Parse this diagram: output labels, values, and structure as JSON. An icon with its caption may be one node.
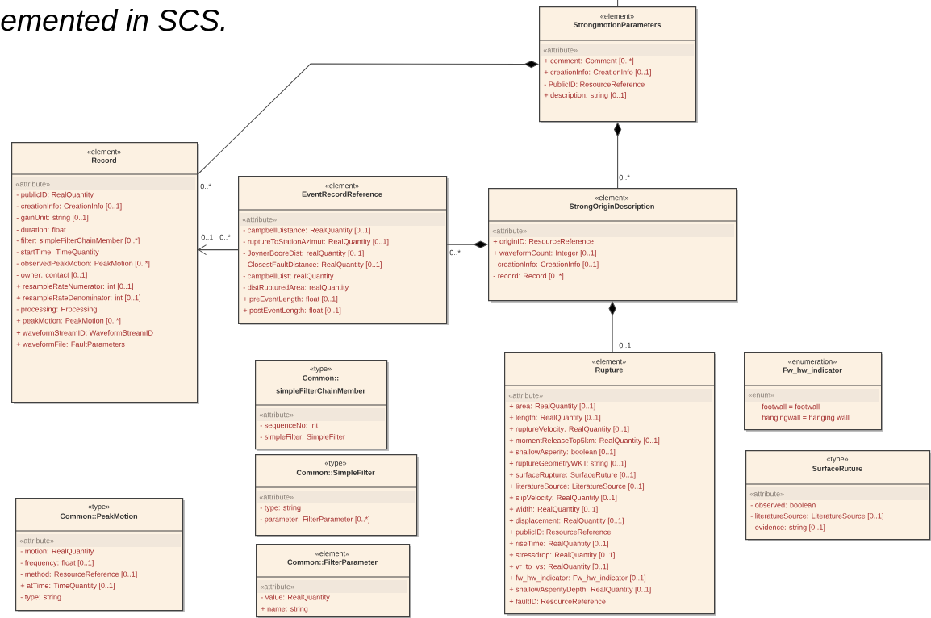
{
  "diagram": {
    "title": "emented in SCS.",
    "nodes": [
      {
        "text": [
          "«element»",
          "StrongmotionParameters",
          "«attribute»",
          "+ comment: Comment [0..*]",
          "+ creationInfo: CreationInfo [0..1]",
          "- PublicID: ResourceReference",
          "+ description: string [0..1]"
        ]
      },
      {
        "text": [
          "«element»",
          "Record",
          "«attribute»",
          "- publicID: RealQuantity",
          "- creationInfo: CreationInfo [0..1]",
          "- gainUnit: string [0..1]",
          "- duration: float",
          "- filter: simpleFilterChainMember [0..*]",
          "- startTime: TimeQuantity",
          "- observedPeakMotion: PeakMotion [0..*]",
          "- owner: contact [0..1]",
          "+ resampleRateNumerator: int [0..1]",
          "+ resampleRateDenominator: int [0..1]",
          "- processing: Processing",
          "+ peakMotion: PeakMotion [0..*]",
          "+ waveformStreamID: WaveformStreamID",
          "+ waveformFile: FaultParameters"
        ]
      },
      {
        "text": [
          "«element»",
          "EventRecordReference",
          "«attribute»",
          "- campbellDistance: RealQuantity [0..1]",
          "- ruptureToStationAzimut: RealQuantity [0..1]",
          "- JoynerBooreDist: realQuantity [0..1]",
          "- ClosestFaultDistance: RealQuantity [0..1]",
          "- campbellDist: realQuantity",
          "- distRupturedArea: realQuantity",
          "+ preEventLength: float [0..1]",
          "+ postEventLength: float [0..1]"
        ]
      },
      {
        "text": [
          "«element»",
          "StrongOriginDescription",
          "«attribute»",
          "+ originID: ResourceReference",
          "+ waveformCount: Integer [0..1]",
          "- creationInfo: CreationInfo [0..1]",
          "- record: Record [0..*]"
        ]
      },
      {
        "text": [
          "«element»",
          "Rupture",
          "«attribute»",
          "+ area: RealQuantity [0..1]",
          "+ length: RealQuantity [0..1]",
          "+ ruptureVelocity: RealQuantity [0..1]",
          "+ momentReleaseTop5km: RealQuantity [0..1]",
          "+ shallowAsperity: boolean [0..1]",
          "+ ruptureGeometryWKT: string [0..1]",
          "+ surfaceRupture: SurfaceRuture [0..1]",
          "+ literatureSource: LiteratureSource [0..1]",
          "+ slipVelocity: RealQuantity [0..1]",
          "+ width: RealQuantity [0..1]",
          "+ displacement: RealQuantity [0..1]",
          "+ publicID: ResourceReference",
          "+ riseTime: RealQuantity [0..1]",
          "+ stressdrop: RealQuantity [0..1]",
          "+ vr_to_vs: RealQuantity [0..1]",
          "+ fw_hw_indicator: Fw_hw_indicator [0..1]",
          "+ shallowAsperityDepth: RealQuantity [0..1]",
          "+ faultID: ResourceReference"
        ]
      },
      {
        "text": [
          "«enumeration»",
          "Fw_hw_indicator",
          "«enum»",
          "footwall = footwall",
          "hangingwall = hanging wall"
        ]
      },
      {
        "text": [
          "«type»",
          "SurfaceRuture",
          "«attribute»",
          "- observed: boolean",
          "- literatureSource: LiteratureSource [0..1]",
          "- evidence: string [0..1]"
        ]
      },
      {
        "text": [
          "«type»",
          "Common:: simpleFilterChainMember",
          "«attribute»",
          "- sequenceNo: int",
          "- simpleFilter: SimpleFilter"
        ]
      },
      {
        "text": [
          "«type»",
          "Common::SimpleFilter",
          "«attribute»",
          "- type: string",
          "- parameter: FilterParameter [0..*]"
        ]
      },
      {
        "text": [
          "«element»",
          "Common::FilterParameter",
          "«attribute»",
          "- value: RealQuantity",
          "+ name: string"
        ]
      },
      {
        "text": [
          "«type»",
          "Common::PeakMotion",
          "«attribute»",
          "- motion: RealQuantity",
          "- frequency: float [0..1]",
          "- method: ResourceReference [0..1]",
          "+ atTime: TimeQuantity [0..1]",
          "- type: string"
        ]
      }
    ],
    "edges": [
      {
        "from": 1,
        "to": 0,
        "arrow": "other"
      },
      {
        "from": 2,
        "to": 1,
        "arrow": "to"
      },
      {
        "from": 2,
        "to": 3,
        "arrow": "other"
      },
      {
        "from": 3,
        "to": 0,
        "arrow": "other"
      },
      {
        "from": 4,
        "to": 3,
        "arrow": "other"
      },
      {
        "from": null,
        "to": 0,
        "arrow": "none"
      }
    ],
    "labels": [
      "0..*",
      "0..*",
      "0..1",
      "0..*",
      "0..*",
      "0..1"
    ]
  }
}
